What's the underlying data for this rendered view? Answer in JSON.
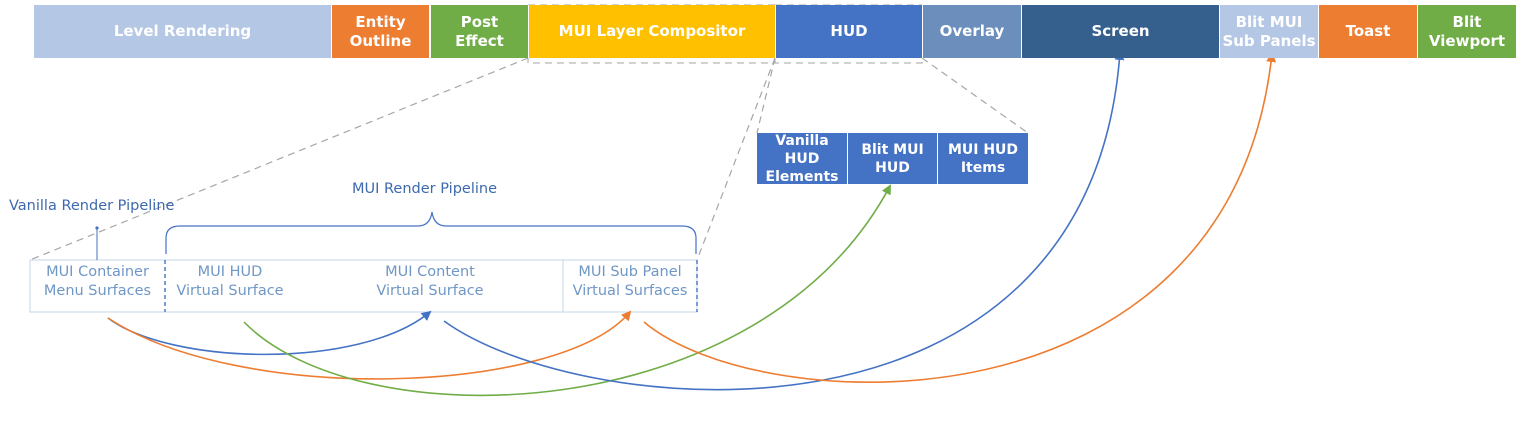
{
  "colors": {
    "pale_blue": "#b4c7e4",
    "orange": "#ed7d31",
    "green": "#70ad47",
    "gold": "#ffc000",
    "blue": "#4472c4",
    "slate": "#6b8ebc",
    "navy": "#355f8c",
    "faint_text": "#6f97c6",
    "label_text": "#3d6aae",
    "dashed_gray": "#a6a6a6"
  },
  "pipeline_bar": [
    {
      "name": "level-rendering",
      "label": "Level Rendering",
      "color": "pale_blue"
    },
    {
      "name": "entity-outline",
      "label": "Entity\nOutline",
      "color": "orange"
    },
    {
      "name": "post-effect",
      "label": "Post\nEffect",
      "color": "green"
    },
    {
      "name": "mui-layer-compositor",
      "label": "MUI Layer Compositor",
      "color": "gold"
    },
    {
      "name": "hud",
      "label": "HUD",
      "color": "blue"
    },
    {
      "name": "overlay",
      "label": "Overlay",
      "color": "slate"
    },
    {
      "name": "screen",
      "label": "Screen",
      "color": "navy"
    },
    {
      "name": "blit-mui-sub-panels",
      "label": "Blit MUI\nSub Panels",
      "color": "pale_blue"
    },
    {
      "name": "toast",
      "label": "Toast",
      "color": "orange"
    },
    {
      "name": "blit-viewport",
      "label": "Blit\nViewport",
      "color": "green"
    }
  ],
  "hud_detail": [
    {
      "name": "vanilla-hud-elements",
      "label": "Vanilla HUD\nElements"
    },
    {
      "name": "blit-mui-hud",
      "label": "Blit MUI\nHUD"
    },
    {
      "name": "mui-hud-items",
      "label": "MUI HUD\nItems"
    }
  ],
  "vanilla_label": "Vanilla Render Pipeline",
  "mui_label": "MUI Render Pipeline",
  "surfaces": [
    {
      "name": "mui-container-menu-surfaces",
      "label": "MUI Container\nMenu Surfaces"
    },
    {
      "name": "mui-hud-virtual-surface",
      "label": "MUI HUD\nVirtual Surface"
    },
    {
      "name": "mui-content-virtual-surface",
      "label": "MUI Content\nVirtual Surface"
    },
    {
      "name": "mui-sub-panel-virtual-surfaces",
      "label": "MUI Sub Panel\nVirtual Surfaces"
    }
  ]
}
